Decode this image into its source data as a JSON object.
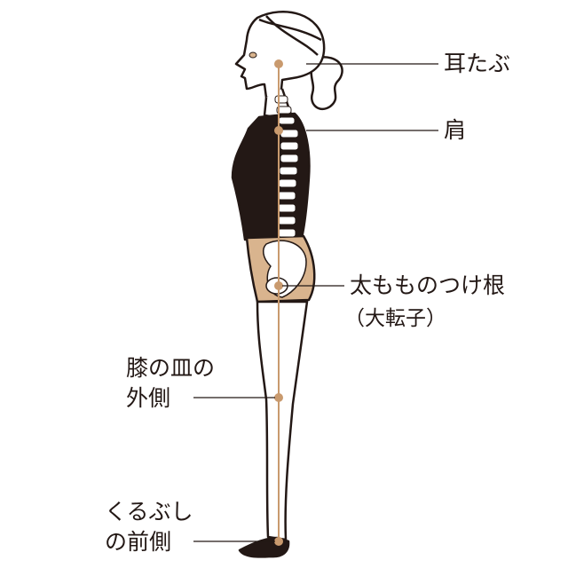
{
  "colors": {
    "plumb_line": "#c99a6e",
    "hip_fill": "#d9b48e",
    "clothing": "#231815",
    "leader_line": "#231815"
  },
  "labels": {
    "earlobe": "耳たぶ",
    "shoulder": "肩",
    "hip_line1": "太もものつけ根",
    "hip_line2": "（大転子）",
    "knee_line1": "膝の皿の",
    "knee_line2": "外側",
    "ankle_line1": "くるぶし",
    "ankle_line2": "の前側"
  }
}
